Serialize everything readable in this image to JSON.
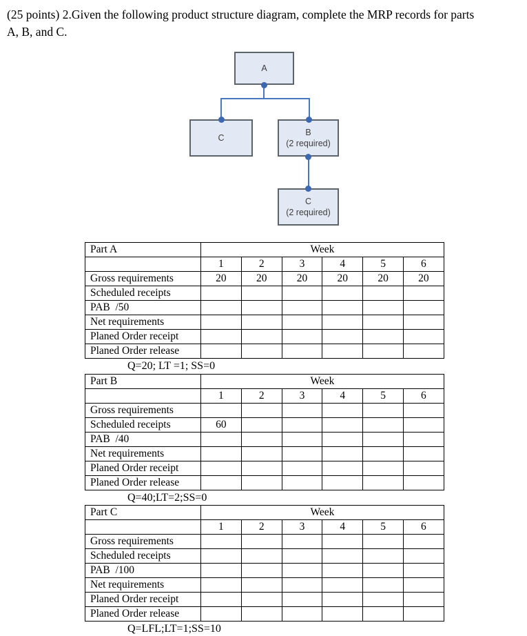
{
  "title": {
    "line1": "(25 points) 2.Given the following product structure diagram, complete the MRP records for parts",
    "line2": "A, B, and C."
  },
  "colors": {
    "box-fill": "#e3e9f4",
    "box-border": "#5d636b",
    "connector": "#4576c0",
    "dot": "#3c67b1",
    "table-border": "#000000",
    "text": "#000000"
  },
  "diagram": {
    "nodes": {
      "a": {
        "label": "A"
      },
      "c1": {
        "label": "C"
      },
      "b": {
        "label": "B",
        "sub": "(2 required)"
      },
      "c2": {
        "label": "C",
        "sub": "(2 required)"
      }
    }
  },
  "tables": [
    {
      "part": "Part A",
      "week_header": "Week",
      "weeks": [
        "1",
        "2",
        "3",
        "4",
        "5",
        "6"
      ],
      "rows": [
        {
          "label": "Gross requirements",
          "values": [
            "20",
            "20",
            "20",
            "20",
            "20",
            "20"
          ]
        },
        {
          "label": "Scheduled receipts",
          "values": [
            "",
            "",
            "",
            "",
            "",
            ""
          ]
        },
        {
          "label": "PAB  /50",
          "values": [
            "",
            "",
            "",
            "",
            "",
            ""
          ]
        },
        {
          "label": "Net requirements",
          "values": [
            "",
            "",
            "",
            "",
            "",
            ""
          ]
        },
        {
          "label": "Planed Order receipt",
          "values": [
            "",
            "",
            "",
            "",
            "",
            ""
          ]
        },
        {
          "label": "Planed Order release",
          "values": [
            "",
            "",
            "",
            "",
            "",
            ""
          ]
        }
      ],
      "footer": "Q=20; LT =1; SS=0"
    },
    {
      "part": "Part B",
      "week_header": "Week",
      "weeks": [
        "1",
        "2",
        "3",
        "4",
        "5",
        "6"
      ],
      "rows": [
        {
          "label": "Gross requirements",
          "values": [
            "",
            "",
            "",
            "",
            "",
            ""
          ]
        },
        {
          "label": "Scheduled receipts",
          "values": [
            "60",
            "",
            "",
            "",
            "",
            ""
          ]
        },
        {
          "label": "PAB  /40",
          "values": [
            "",
            "",
            "",
            "",
            "",
            ""
          ]
        },
        {
          "label": "Net requirements",
          "values": [
            "",
            "",
            "",
            "",
            "",
            ""
          ]
        },
        {
          "label": "Planed Order receipt",
          "values": [
            "",
            "",
            "",
            "",
            "",
            ""
          ]
        },
        {
          "label": "Planed Order release",
          "values": [
            "",
            "",
            "",
            "",
            "",
            ""
          ]
        }
      ],
      "footer": "Q=40;LT=2;SS=0"
    },
    {
      "part": "Part C",
      "week_header": "Week",
      "weeks": [
        "1",
        "2",
        "3",
        "4",
        "5",
        "6"
      ],
      "rows": [
        {
          "label": "Gross requirements",
          "values": [
            "",
            "",
            "",
            "",
            "",
            ""
          ]
        },
        {
          "label": "Scheduled receipts",
          "values": [
            "",
            "",
            "",
            "",
            "",
            ""
          ]
        },
        {
          "label": "PAB  /100",
          "values": [
            "",
            "",
            "",
            "",
            "",
            ""
          ]
        },
        {
          "label": "Net requirements",
          "values": [
            "",
            "",
            "",
            "",
            "",
            ""
          ]
        },
        {
          "label": "Planed Order receipt",
          "values": [
            "",
            "",
            "",
            "",
            "",
            ""
          ]
        },
        {
          "label": "Planed Order release",
          "values": [
            "",
            "",
            "",
            "",
            "",
            ""
          ]
        }
      ],
      "footer": "Q=LFL;LT=1;SS=10"
    }
  ]
}
